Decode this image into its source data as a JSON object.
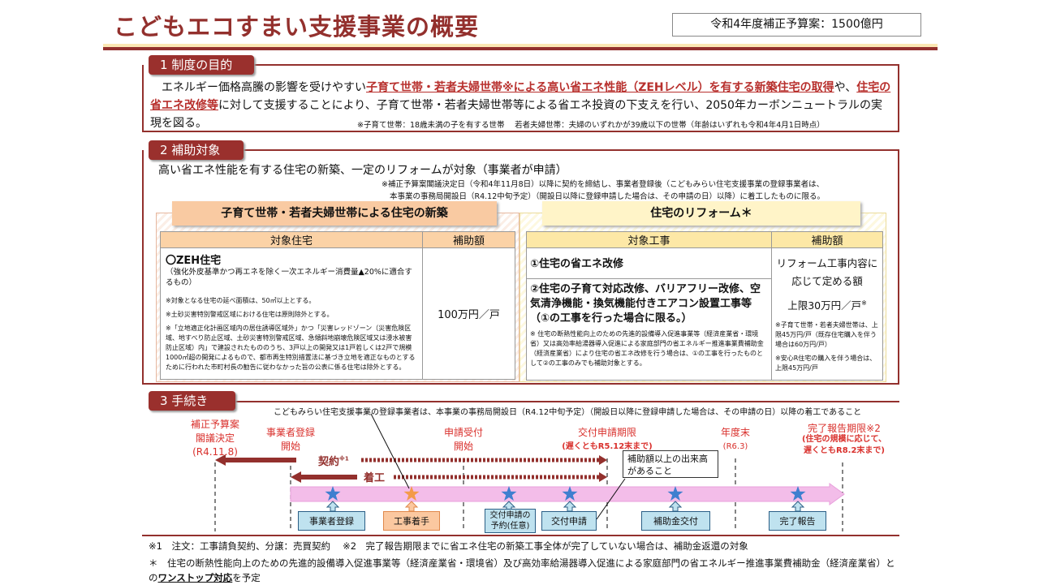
{
  "header": {
    "title": "こどもエコすまい支援事業の概要",
    "budget": "令和4年度補正予算案：1500億円"
  },
  "section1": {
    "tab": "1 制度の目的",
    "t1": "エネルギー価格高騰の影響を受けやすい",
    "t2": "子育て世帯・若者夫婦世帯※による高い省エネ性能（ZEHレベル）を有する新築住宅の取得",
    "t3": "や、",
    "t4": "住宅の省エネ改修等",
    "t5": "に対して支援することにより、子育て世帯・若者夫婦世帯等による省エネ投資の下支えを行い、2050年カーボンニュートラルの実現を図る。",
    "note": "※子育て世帯：18歳未満の子を有する世帯　 若者夫婦世帯：夫婦のいずれかが39歳以下の世帯（年齢はいずれも令和4年4月1日時点）"
  },
  "section2": {
    "tab": "2 補助対象",
    "lead": "高い省エネ性能を有する住宅の新築、一定のリフォームが対象（事業者が申請）",
    "note1": "※補正予算案閣議決定日（令和4年11月8日）以降に契約を締結し、事業者登録後（こどもみらい住宅支援事業の登録事業者は、",
    "note2": "本事業の事務局開設日（R4.12中旬予定）（開設日以降に登録申請した場合は、その申請の日）以降）に着工したものに限る。",
    "new": {
      "title": "子育て世帯・若者夫婦世帯による住宅の新築",
      "col1": "対象住宅",
      "col2": "補助額",
      "zeh": "〇ZEH住宅",
      "zeh_desc": "（強化外皮基準かつ再エネを除く一次エネルギー消費量▲20%に適合するもの）",
      "n1": "※対象となる住宅の延べ面積は、50㎡以上とする。",
      "n2": "※土砂災害特別警戒区域における住宅は原則除外とする。",
      "n3": "※「立地適正化計画区域内の居住誘導区域外」かつ「災害レッドゾーン（災害危険区域、地すべり防止区域、土砂災害特別警戒区域、急傾斜地崩壊危険区域又は浸水被害防止区域）内」で建設されたもののうち、3戸以上の開発又は1戸若しくは2戸で規模1000㎡超の開発によるもので、都市再生特別措置法に基づき立地を適正なものとするために行われた市町村長の勧告に従わなかった旨の公表に係る住宅は除外とする。",
      "amount": "100万円／戸"
    },
    "reform": {
      "title": "住宅のリフォーム＊",
      "col1": "対象工事",
      "col2": "補助額",
      "w1": "①住宅の省エネ改修",
      "w2": "②住宅の子育て対応改修、バリアフリー改修、空気清浄機能・換気機能付きエアコン設置工事等（①の工事を行った場合に限る。）",
      "w2note": "※ 住宅の断熱性能向上のための先進的設備導入促進事業等（経済産業省・環境省）又は高効率給湯器導入促進による家庭部門の省エネルギー推進事業費補助金（経済産業省）により住宅の省エネ改修を行う場合は、①の工事を行ったものとして②の工事のみでも補助対象とする。",
      "a1": "リフォーム工事内容に応じて定める額",
      "a2": "上限30万円／戸",
      "a2mark": "※",
      "a3": "※子育て世帯・若者夫婦世帯は、上限45万円/戸（既存住宅購入を伴う場合は60万円/戸）",
      "a4": "※安心R住宅の購入を伴う場合は、上限45万円/戸"
    }
  },
  "section3": {
    "tab": "3 手続き",
    "top_note": "こどもみらい住宅支援事業の登録事業者は、本事業の事務局開設日（R4.12中旬予定）（開設日以降に登録申請した場合は、その申請の日）以降の着工であること",
    "milestones": [
      {
        "l1": "補正予算案",
        "l2": "閣議決定",
        "l3": "(R4.11.8)"
      },
      {
        "l1": "事業者登録",
        "l2": "開始"
      },
      {
        "l1": "申請受付",
        "l2": "開始"
      },
      {
        "l1": "交付申請期限",
        "l2": "(遅くともR5.12末まで)"
      },
      {
        "l1": "年度末",
        "l2": "(R6.3)"
      },
      {
        "l1": "完了報告期限※2",
        "l2": "(住宅の規模に応じて、",
        "l3": "遅くともR8.2末まで)"
      }
    ],
    "contract": "契約",
    "contract_mark": "※1",
    "start": "着工",
    "callout": "補助額以上の出来高があること",
    "steps": [
      "事業者登録",
      "工事着手",
      "交付申請の予約(任意)",
      "交付申請",
      "補助金交付",
      "完了報告"
    ]
  },
  "footer": {
    "f1": "※1　注文：工事請負契約、分譲：売買契約　 ※2　完了報告期限までに省エネ住宅の新築工事全体が完了していない場合は、補助金返還の対象",
    "f2a": "＊　住宅の断熱性能向上のための先進的設備導入促進事業等（経済産業省・環境省）及び高効率給湯器導入促進による家庭部門の省エネルギー推進事業費補助金（経済産業省）との",
    "f2b": "ワンストップ対応",
    "f2c": "を予定"
  },
  "colors": {
    "brand": "#93302d",
    "accent_red": "#d9302c",
    "step_blue": "#bfe2ef",
    "step_orange": "#fbc8a0"
  }
}
